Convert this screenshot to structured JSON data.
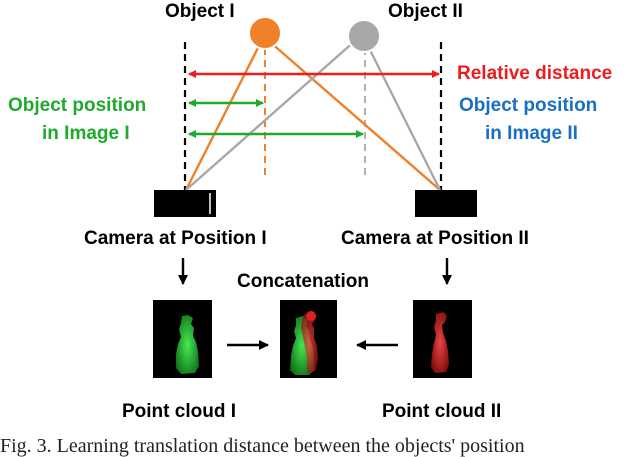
{
  "labels": {
    "object1": "Object I",
    "object2": "Object II",
    "relative_distance": "Relative distance",
    "obj_pos_img1_line1": "Object position",
    "obj_pos_img1_line2": "in Image I",
    "obj_pos_img2_line1": "Object position",
    "obj_pos_img2_line2": "in Image II",
    "camera1": "Camera at Position I",
    "camera2": "Camera at Position II",
    "concatenation": "Concatenation",
    "pointcloud1": "Point cloud I",
    "pointcloud2": "Point cloud II"
  },
  "caption": "Fig. 3. Learning translation distance between the objects' position",
  "colors": {
    "object1": "#f0802a",
    "object2": "#a8a8a8",
    "relative_distance": "#ee1c1c",
    "image1_arrows": "#1faa2d",
    "image2_label": "#1a6fc4",
    "camera": "#000000",
    "cloud1": "#2ecc40",
    "cloud2": "#e02020"
  }
}
